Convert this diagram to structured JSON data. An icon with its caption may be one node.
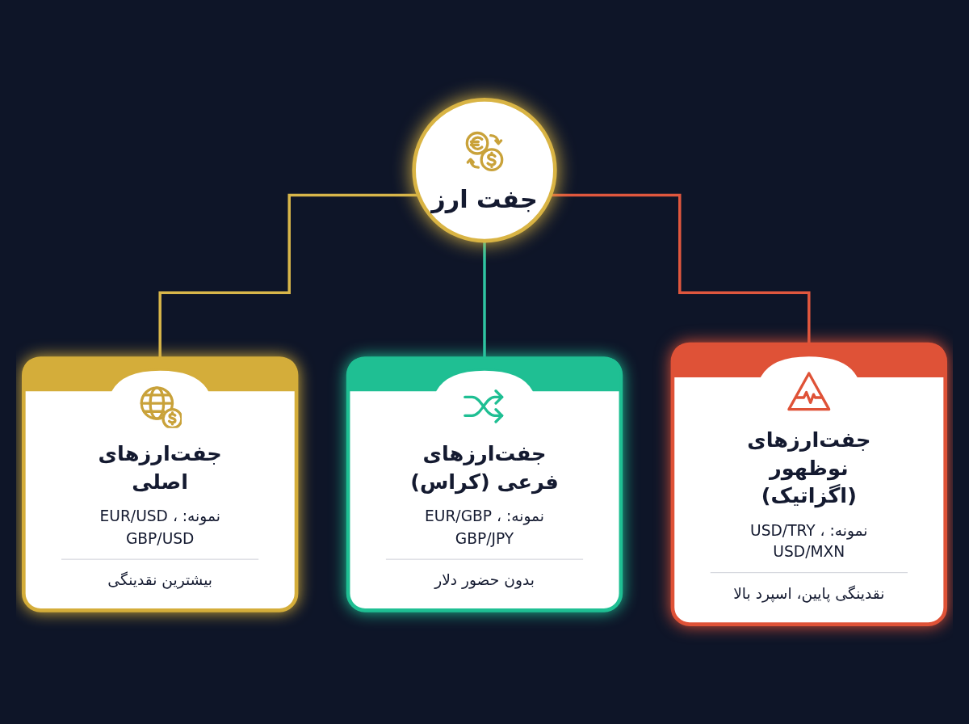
{
  "diagram": {
    "nodes": [
      {
        "text": [
          "جفت ارز"
        ]
      },
      {
        "text": [
          "جفت‌ارزهای اصلی",
          "نمونه: EUR/USD ، GBP/USD",
          "بیشترین نقدینگی"
        ]
      },
      {
        "text": [
          "جفت‌ارزهای فرعی (کراس)",
          "نمونه: EUR/GBP ، GBP/JPY",
          "بدون حضور دلار"
        ]
      },
      {
        "text": [
          "جفت‌ارزهای نوظهور (اگزاتیک)",
          "نمونه: USD/TRY ، USD/MXN",
          "نقدینگی پایین، اسپرد بالا"
        ]
      }
    ],
    "edges": [
      {
        "from": 0,
        "to": 1,
        "arrow": "none",
        "color": "#d8b64a"
      },
      {
        "from": 0,
        "to": 2,
        "arrow": "none",
        "color": "#2fc4a2"
      },
      {
        "from": 0,
        "to": 3,
        "arrow": "none",
        "color": "#e0573e"
      }
    ]
  }
}
